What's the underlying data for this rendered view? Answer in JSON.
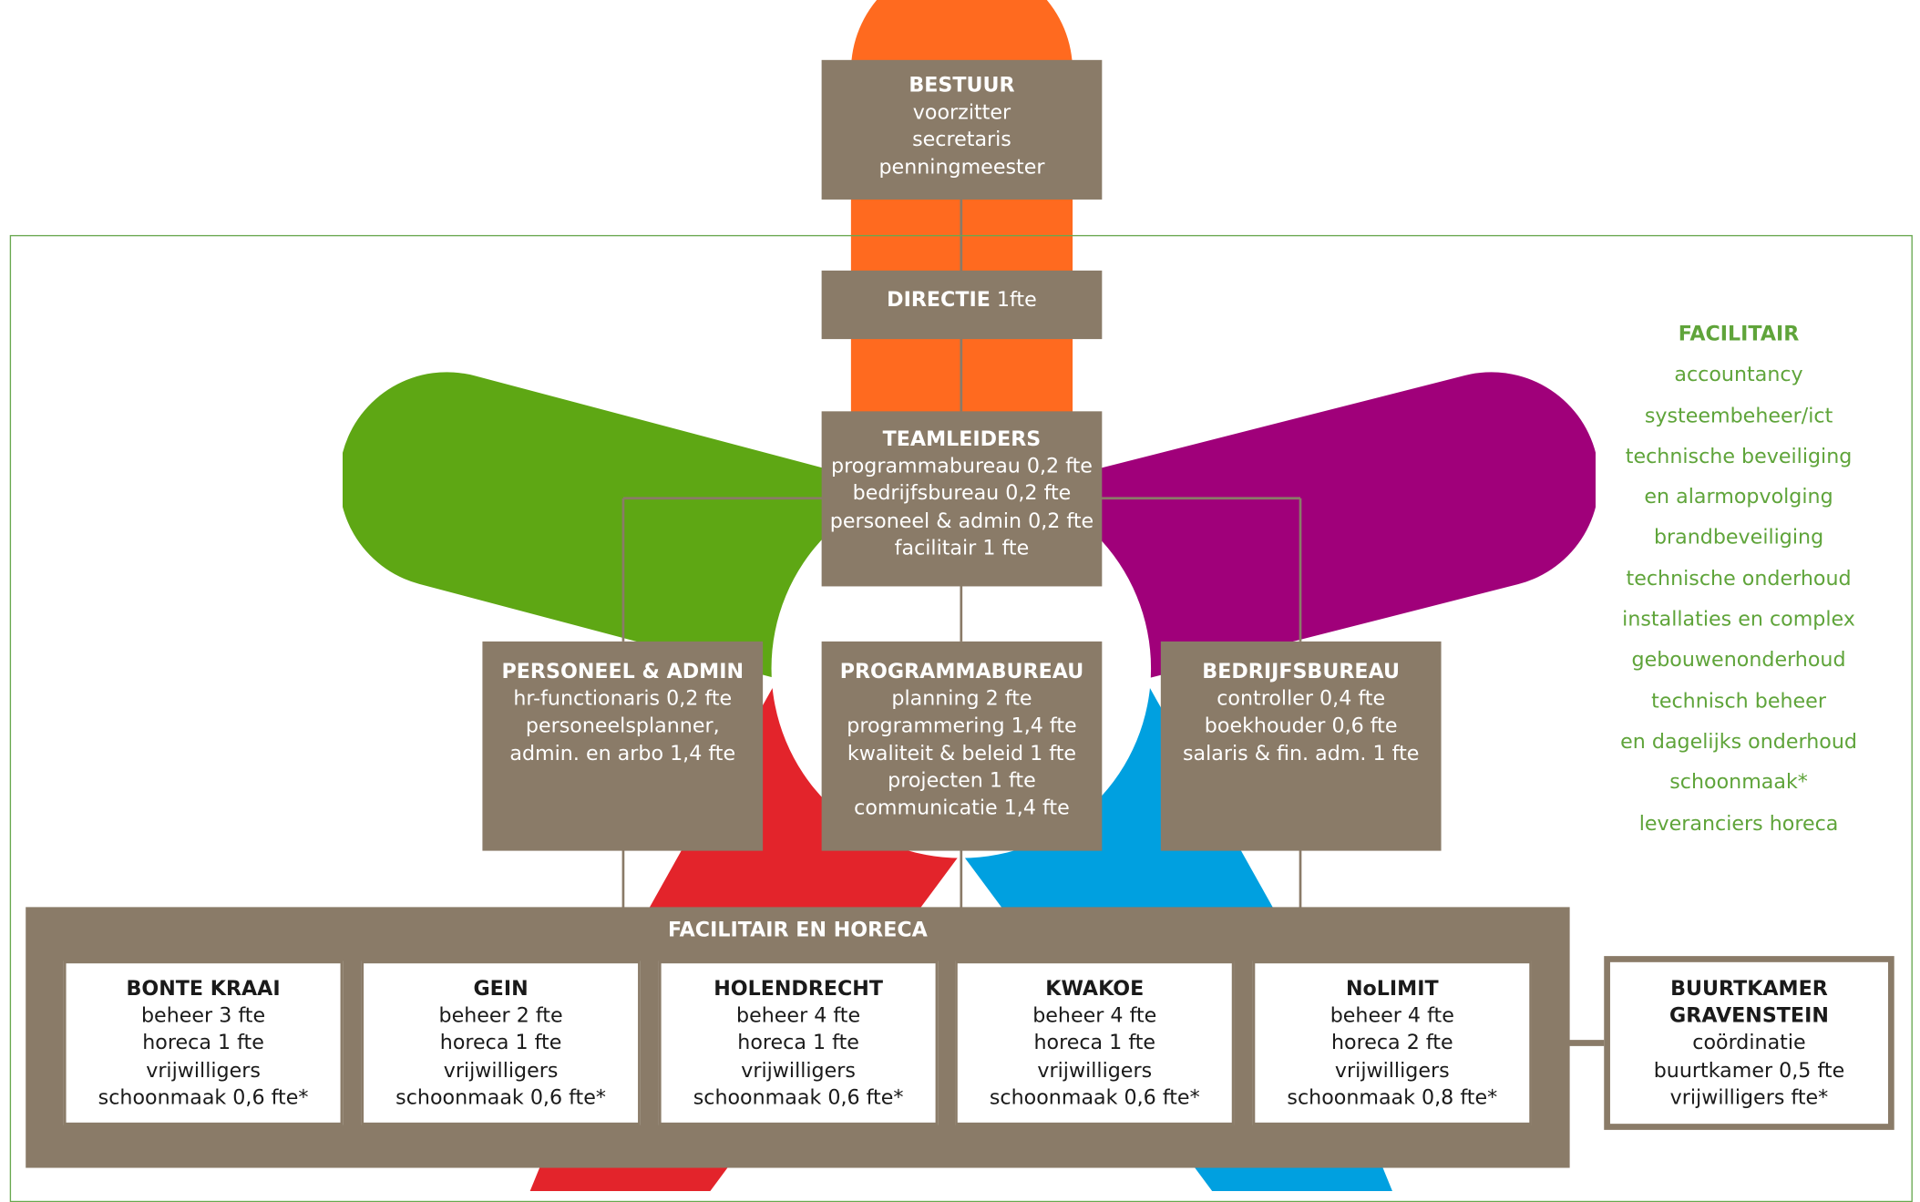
{
  "colors": {
    "box": "#8a7b68",
    "orange": "#ff6a1f",
    "green": "#5ea714",
    "purple": "#a0007a",
    "red": "#e3242b",
    "blue": "#00a0e0",
    "frame": "#69a84f",
    "facilitair_text": "#5fa43a"
  },
  "bestuur": {
    "title": "BESTUUR",
    "lines": [
      "voorzitter",
      "secretaris",
      "penningmeester"
    ]
  },
  "directie": {
    "title": "DIRECTIE",
    "suffix": " 1fte"
  },
  "teamleiders": {
    "title": "TEAMLEIDERS",
    "lines": [
      "programmabureau 0,2 fte",
      "bedrijfsbureau 0,2 fte",
      "personeel & admin 0,2 fte",
      "facilitair 1 fte"
    ]
  },
  "personeel_admin": {
    "title": "PERSONEEL & ADMIN",
    "lines": [
      "hr-functionaris 0,2 fte",
      "personeelsplanner,",
      "admin. en arbo 1,4 fte"
    ]
  },
  "programmabureau": {
    "title": "PROGRAMMABUREAU",
    "lines": [
      "planning 2 fte",
      "programmering 1,4 fte",
      "kwaliteit & beleid 1 fte",
      "projecten 1 fte",
      "communicatie 1,4 fte"
    ]
  },
  "bedrijfsbureau": {
    "title": "BEDRIJFSBUREAU",
    "lines": [
      "controller 0,4 fte",
      "boekhouder 0,6 fte",
      "salaris & fin. adm. 1 fte"
    ]
  },
  "facilitair_horeca": {
    "title": "FACILITAIR EN HORECA",
    "venues": [
      {
        "name": "BONTE KRAAI",
        "lines": [
          "beheer 3 fte",
          "horeca 1 fte",
          "vrijwilligers",
          "schoonmaak 0,6 fte*"
        ]
      },
      {
        "name": "GEIN",
        "lines": [
          "beheer 2 fte",
          "horeca 1 fte",
          "vrijwilligers",
          "schoonmaak 0,6 fte*"
        ]
      },
      {
        "name": "HOLENDRECHT",
        "lines": [
          "beheer 4 fte",
          "horeca 1 fte",
          "vrijwilligers",
          "schoonmaak 0,6 fte*"
        ]
      },
      {
        "name": "KWAKOE",
        "lines": [
          "beheer 4 fte",
          "horeca 1 fte",
          "vrijwilligers",
          "schoonmaak 0,6 fte*"
        ]
      },
      {
        "name": "NoLIMIT",
        "lines": [
          "beheer 4 fte",
          "horeca 2 fte",
          "vrijwilligers",
          "schoonmaak 0,8 fte*"
        ]
      }
    ]
  },
  "buurtkamer": {
    "title_lines": [
      "BUURTKAMER",
      "GRAVENSTEIN"
    ],
    "lines": [
      "coördinatie",
      "buurtkamer 0,5 fte",
      "vrijwilligers fte*"
    ]
  },
  "facilitair": {
    "title": "FACILITAIR",
    "lines": [
      "accountancy",
      "systeembeheer/ict",
      "technische beveiliging",
      "en alarmopvolging",
      "brandbeveiliging",
      "technische onderhoud",
      "installaties en complex",
      "gebouwenonderhoud",
      "technisch beheer",
      "en dagelijks onderhoud",
      "schoonmaak*",
      "leveranciers horeca"
    ]
  }
}
